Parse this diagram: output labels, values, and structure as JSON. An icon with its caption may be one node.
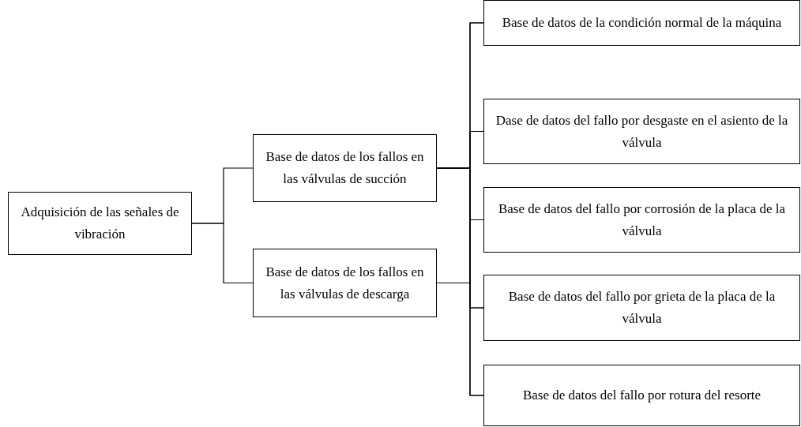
{
  "diagram": {
    "nodes": [
      {
        "text": [
          "Adquisición de las señales de vibración"
        ]
      },
      {
        "text": [
          "Base de datos de los fallos en las válvulas de succión"
        ]
      },
      {
        "text": [
          "Base de datos de los fallos en las válvulas de descarga"
        ]
      },
      {
        "text": [
          "Base de datos de la condición normal de la máquina"
        ]
      },
      {
        "text": [
          "Dase de datos del fallo por desgaste en el asiento de la válvula"
        ]
      },
      {
        "text": [
          "Base de datos del fallo por corrosión de la placa de la válvula"
        ]
      },
      {
        "text": [
          "Base de datos del fallo por grieta de la placa de la válvula"
        ]
      },
      {
        "text": [
          "Base de datos del fallo por rotura del resorte"
        ]
      }
    ],
    "edges": [
      {
        "from": 0,
        "to": 1,
        "arrow": "none"
      },
      {
        "from": 0,
        "to": 2,
        "arrow": "none"
      },
      {
        "from": 1,
        "to": 3,
        "arrow": "none"
      },
      {
        "from": 1,
        "to": 4,
        "arrow": "none"
      },
      {
        "from": 1,
        "to": 5,
        "arrow": "none"
      },
      {
        "from": 1,
        "to": 6,
        "arrow": "none"
      },
      {
        "from": 1,
        "to": 7,
        "arrow": "none"
      },
      {
        "from": 2,
        "to": 3,
        "arrow": "none"
      },
      {
        "from": 2,
        "to": 4,
        "arrow": "none"
      },
      {
        "from": 2,
        "to": 5,
        "arrow": "none"
      },
      {
        "from": 2,
        "to": 6,
        "arrow": "none"
      },
      {
        "from": 2,
        "to": 7,
        "arrow": "none"
      }
    ]
  }
}
